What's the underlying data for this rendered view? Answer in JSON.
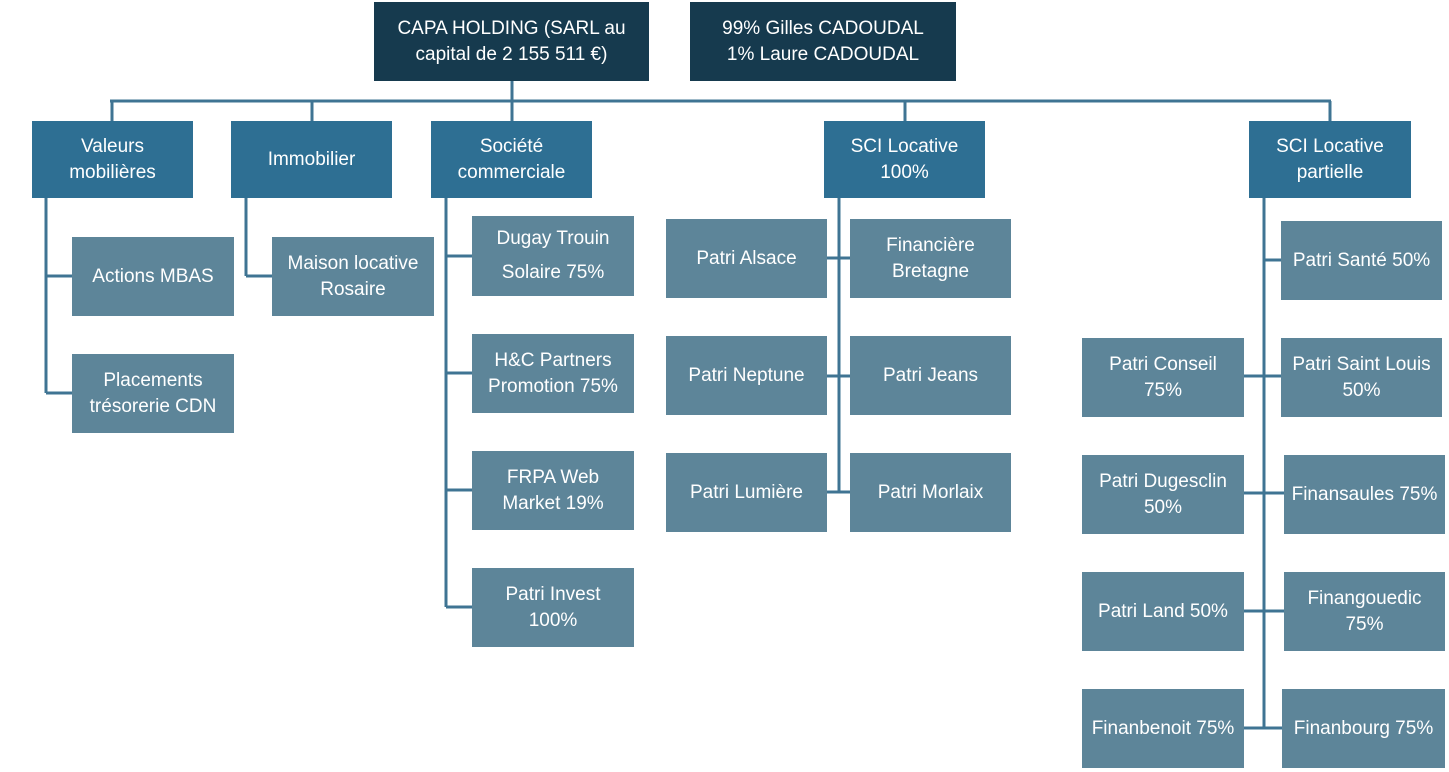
{
  "colors": {
    "root": "#163a4e",
    "category": "#2e6f93",
    "leaf": "#5d8599",
    "connector": "#3f7493"
  },
  "holding": {
    "name": [
      "CAPA HOLDING (SARL au",
      "capital de 2 155 511 €)"
    ],
    "owners": [
      "99% Gilles CADOUDAL",
      "1% Laure CADOUDAL"
    ]
  },
  "categories": [
    {
      "label": [
        "Valeurs",
        "mobilières"
      ],
      "children": [
        {
          "label": [
            "Actions MBAS"
          ]
        },
        {
          "label": [
            "Placements",
            "trésorerie CDN"
          ]
        }
      ]
    },
    {
      "label": [
        "Immobilier"
      ],
      "children": [
        {
          "label": [
            "Maison locative",
            "Rosaire"
          ]
        }
      ]
    },
    {
      "label": [
        "Société",
        "commerciale"
      ],
      "children": [
        {
          "label": [
            "Dugay Trouin",
            "Solaire 75%"
          ]
        },
        {
          "label": [
            "H&C Partners",
            "Promotion 75%"
          ]
        },
        {
          "label": [
            "FRPA Web",
            "Market 19%"
          ]
        },
        {
          "label": [
            "Patri Invest",
            "100%"
          ]
        }
      ]
    },
    {
      "label": [
        "SCI Locative",
        "100%"
      ],
      "left": [
        {
          "label": [
            "Patri Alsace"
          ]
        },
        {
          "label": [
            "Patri Neptune"
          ]
        },
        {
          "label": [
            "Patri Lumière"
          ]
        }
      ],
      "right": [
        {
          "label": [
            "Financière",
            "Bretagne"
          ]
        },
        {
          "label": [
            "Patri Jeans"
          ]
        },
        {
          "label": [
            "Patri Morlaix"
          ]
        }
      ]
    },
    {
      "label": [
        "SCI Locative",
        "partielle"
      ],
      "left": [
        {
          "label": [
            "Patri Conseil",
            "75%"
          ]
        },
        {
          "label": [
            "Patri Dugesclin",
            "50%"
          ]
        },
        {
          "label": [
            "Patri Land 50%"
          ]
        },
        {
          "label": [
            "Finanbenoit 75%"
          ]
        }
      ],
      "right": [
        {
          "label": [
            "Patri Santé 50%"
          ]
        },
        {
          "label": [
            "Patri Saint Louis",
            "50%"
          ]
        },
        {
          "label": [
            "Finansaules 75%"
          ]
        },
        {
          "label": [
            "Finangouedic",
            "75%"
          ]
        },
        {
          "label": [
            "Finanbourg 75%"
          ]
        }
      ]
    }
  ]
}
